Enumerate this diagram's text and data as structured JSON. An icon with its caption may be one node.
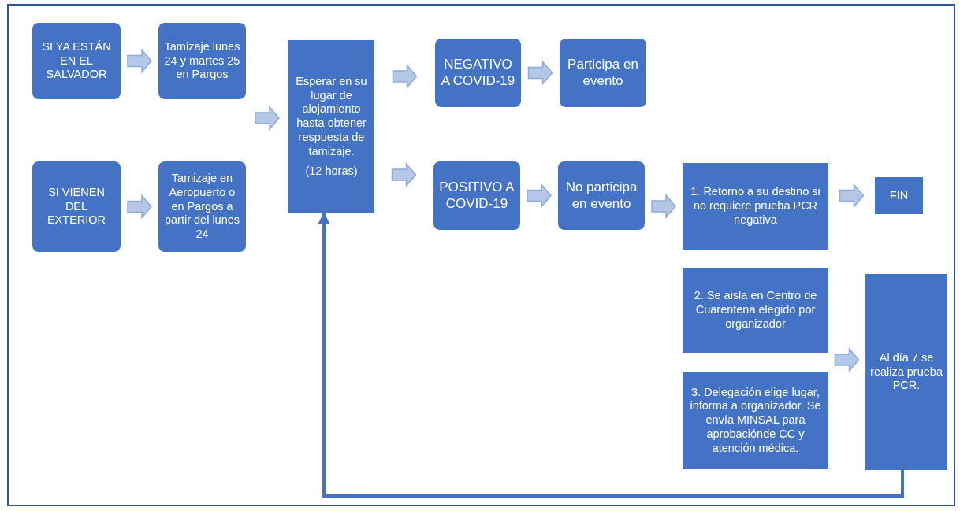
{
  "diagram": {
    "nodes": [
      {
        "text": [
          "SI YA ESTÁN EN EL SALVADOR"
        ]
      },
      {
        "text": [
          "Tamizaje lunes 24 y martes 25 en Pargos"
        ]
      },
      {
        "text": [
          "SI VIENEN DEL EXTERIOR"
        ]
      },
      {
        "text": [
          "Tamizaje en Aeropuerto o en Pargos a partir del lunes 24"
        ]
      },
      {
        "text": [
          "Esperar en su lugar de alojamiento hasta obtener respuesta de tamizaje.",
          "(12 horas)"
        ]
      },
      {
        "text": [
          "NEGATIVO A COVID-19"
        ]
      },
      {
        "text": [
          "Participa en evento"
        ]
      },
      {
        "text": [
          "POSITIVO A COVID-19"
        ]
      },
      {
        "text": [
          "No participa en evento"
        ]
      },
      {
        "text": [
          "1. Retorno a su destino si no requiere prueba PCR negativa"
        ]
      },
      {
        "text": [
          "FIN"
        ]
      },
      {
        "text": [
          "2. Se aisla en Centro de Cuarentena elegido por organizador"
        ]
      },
      {
        "text": [
          "3. Delegación elige lugar, informa a organizador. Se envía MINSAL para aprobaciónde CC y atención médica."
        ]
      },
      {
        "text": [
          "Al día 7 se realiza prueba PCR."
        ]
      }
    ],
    "edges": [
      {
        "from": 0,
        "to": 1,
        "arrow": "to"
      },
      {
        "from": 2,
        "to": 3,
        "arrow": "to"
      },
      {
        "from": 1,
        "to": 4,
        "arrow": "to"
      },
      {
        "from": 3,
        "to": 4,
        "arrow": "to"
      },
      {
        "from": 4,
        "to": 5,
        "arrow": "to"
      },
      {
        "from": 4,
        "to": 7,
        "arrow": "to"
      },
      {
        "from": 5,
        "to": 6,
        "arrow": "to"
      },
      {
        "from": 7,
        "to": 8,
        "arrow": "to"
      },
      {
        "from": 8,
        "to": 9,
        "arrow": "to"
      },
      {
        "from": 9,
        "to": 10,
        "arrow": "to"
      },
      {
        "from": 11,
        "to": 13,
        "arrow": "to"
      },
      {
        "from": 12,
        "to": 13,
        "arrow": "to"
      },
      {
        "from": 13,
        "to": 4,
        "arrow": "to",
        "color": "#4472c4"
      }
    ]
  }
}
